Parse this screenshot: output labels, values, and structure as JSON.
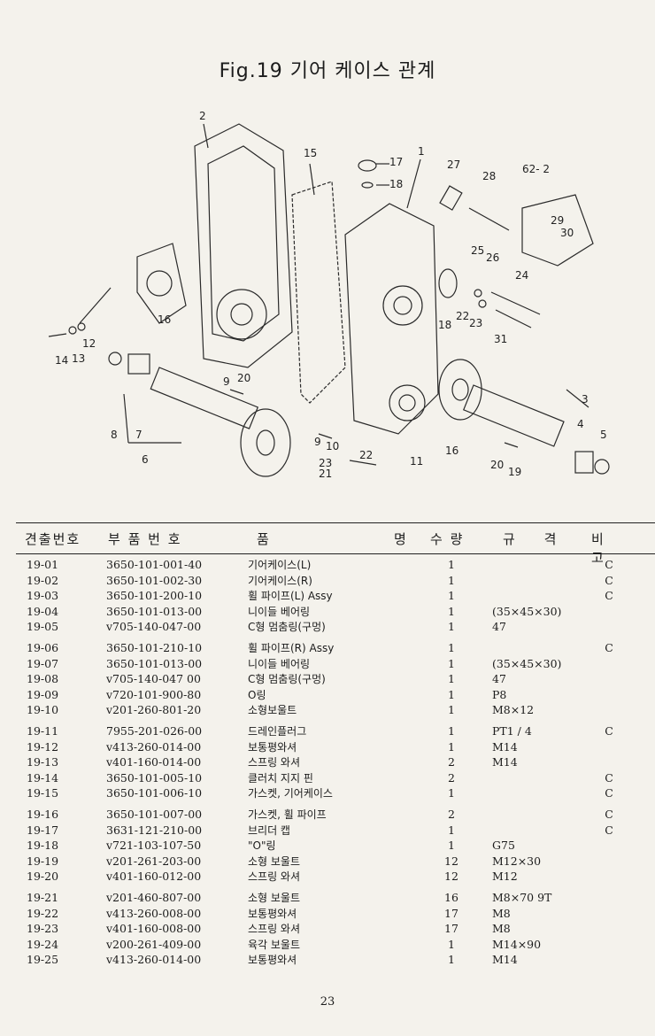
{
  "title": "Fig.19 기어 케이스 관계",
  "callouts": [
    "2",
    "15",
    "17",
    "1",
    "27",
    "28",
    "62- 2",
    "18",
    "29",
    "30",
    "16",
    "25",
    "26",
    "24",
    "12",
    "13",
    "14",
    "18",
    "22",
    "23",
    "31",
    "9",
    "20",
    "3",
    "8",
    "7",
    "9",
    "10",
    "6",
    "4",
    "5",
    "16",
    "22",
    "11",
    "23",
    "21",
    "20",
    "19"
  ],
  "table": {
    "headers": {
      "no": "견출번호",
      "part": "부 품 번 호",
      "name1": "품",
      "name2": "명",
      "qty": "수 량",
      "spec": "규 격",
      "note": "비 고"
    },
    "rows": [
      {
        "no": "19-01",
        "part": "3650-101-001-40",
        "name": "기어케이스(L)",
        "qty": "1",
        "spec": "",
        "note": "C"
      },
      {
        "no": "19-02",
        "part": "3650-101-002-30",
        "name": "기어케이스(R)",
        "qty": "1",
        "spec": "",
        "note": "C"
      },
      {
        "no": "19-03",
        "part": "3650-101-200-10",
        "name": "휠 파이프(L) Assy",
        "qty": "1",
        "spec": "",
        "note": "C"
      },
      {
        "no": "19-04",
        "part": "3650-101-013-00",
        "name": "니이들 베어링",
        "qty": "1",
        "spec": "(35×45×30)",
        "note": ""
      },
      {
        "no": "19-05",
        "part": "v705-140-047-00",
        "name": "C형 멈춤링(구멍)",
        "qty": "1",
        "spec": "47",
        "note": ""
      },
      {
        "no": "19-06",
        "part": "3650-101-210-10",
        "name": "휠 파이프(R) Assy",
        "qty": "1",
        "spec": "",
        "note": "C"
      },
      {
        "no": "19-07",
        "part": "3650-101-013-00",
        "name": "니이들 베어링",
        "qty": "1",
        "spec": "(35×45×30)",
        "note": ""
      },
      {
        "no": "19-08",
        "part": "v705-140-047 00",
        "name": "C형 멈춤링(구멍)",
        "qty": "1",
        "spec": "47",
        "note": ""
      },
      {
        "no": "19-09",
        "part": "v720-101-900-80",
        "name": "O링",
        "qty": "1",
        "spec": "P8",
        "note": ""
      },
      {
        "no": "19-10",
        "part": "v201-260-801-20",
        "name": "소형보울트",
        "qty": "1",
        "spec": "M8×12",
        "note": ""
      },
      {
        "no": "19-11",
        "part": "7955-201-026-00",
        "name": "드레인플러그",
        "qty": "1",
        "spec": "PT1 / 4",
        "note": "C"
      },
      {
        "no": "19-12",
        "part": "v413-260-014-00",
        "name": "보통평와셔",
        "qty": "1",
        "spec": "M14",
        "note": ""
      },
      {
        "no": "19-13",
        "part": "v401-160-014-00",
        "name": "스프링 와셔",
        "qty": "2",
        "spec": "M14",
        "note": ""
      },
      {
        "no": "19-14",
        "part": "3650-101-005-10",
        "name": "클러치 지지 핀",
        "qty": "2",
        "spec": "",
        "note": "C"
      },
      {
        "no": "19-15",
        "part": "3650-101-006-10",
        "name": "가스켓, 기어케이스",
        "qty": "1",
        "spec": "",
        "note": "C"
      },
      {
        "no": "19-16",
        "part": "3650-101-007-00",
        "name": "가스켓, 휠 파이프",
        "qty": "2",
        "spec": "",
        "note": "C"
      },
      {
        "no": "19-17",
        "part": "3631-121-210-00",
        "name": "브리더 캡",
        "qty": "1",
        "spec": "",
        "note": "C"
      },
      {
        "no": "19-18",
        "part": "v721-103-107-50",
        "name": "\"O\"링",
        "qty": "1",
        "spec": "G75",
        "note": ""
      },
      {
        "no": "19-19",
        "part": "v201-261-203-00",
        "name": "소형 보울트",
        "qty": "12",
        "spec": "M12×30",
        "note": ""
      },
      {
        "no": "19-20",
        "part": "v401-160-012-00",
        "name": "스프링 와셔",
        "qty": "12",
        "spec": "M12",
        "note": ""
      },
      {
        "no": "19-21",
        "part": "v201-460-807-00",
        "name": "소형 보울트",
        "qty": "16",
        "spec": "M8×70 9T",
        "note": ""
      },
      {
        "no": "19-22",
        "part": "v413-260-008-00",
        "name": "보통평와셔",
        "qty": "17",
        "spec": "M8",
        "note": ""
      },
      {
        "no": "19-23",
        "part": "v401-160-008-00",
        "name": "스프링 와셔",
        "qty": "17",
        "spec": "M8",
        "note": ""
      },
      {
        "no": "19-24",
        "part": "v200-261-409-00",
        "name": "육각 보울트",
        "qty": "1",
        "spec": "M14×90",
        "note": ""
      },
      {
        "no": "19-25",
        "part": "v413-260-014-00",
        "name": "보통평와셔",
        "qty": "1",
        "spec": "M14",
        "note": ""
      }
    ]
  },
  "page_number": "23"
}
